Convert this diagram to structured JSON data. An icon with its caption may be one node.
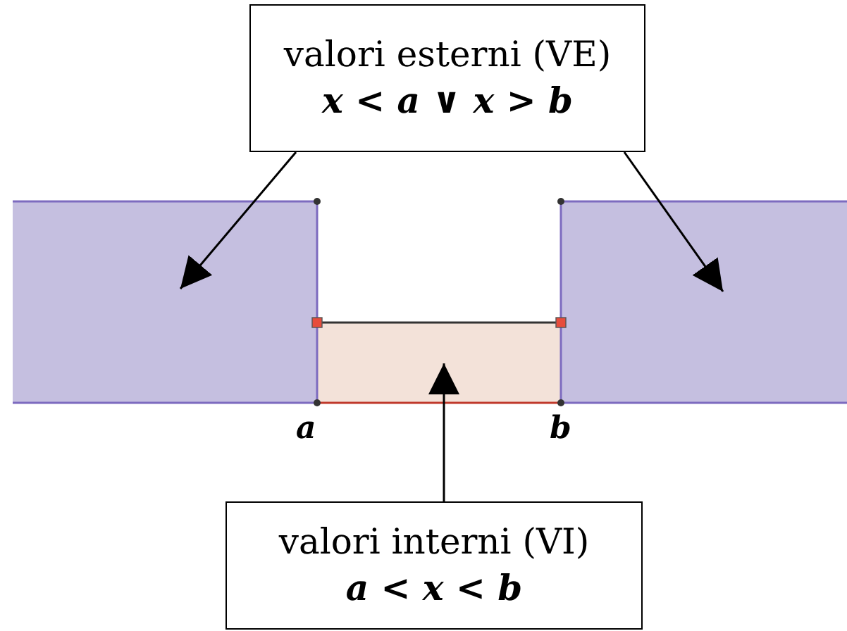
{
  "diagram": {
    "nodes": [
      {
        "text": [
          "valori esterni (VE)",
          "x < a ∨ x > b"
        ]
      },
      {
        "text": [],
        "shape": "box"
      },
      {
        "text": [],
        "shape": "box"
      },
      {
        "text": [],
        "shape": "box"
      },
      {
        "text": [
          "valori interni (VI)",
          "a < x < b"
        ]
      }
    ],
    "edges": [
      {
        "from": 0,
        "to": 1,
        "arrow": "to"
      },
      {
        "from": 0,
        "to": 2,
        "arrow": "to"
      },
      {
        "from": 4,
        "to": 3,
        "arrow": "to"
      }
    ],
    "labels": [
      "a",
      "b"
    ]
  }
}
